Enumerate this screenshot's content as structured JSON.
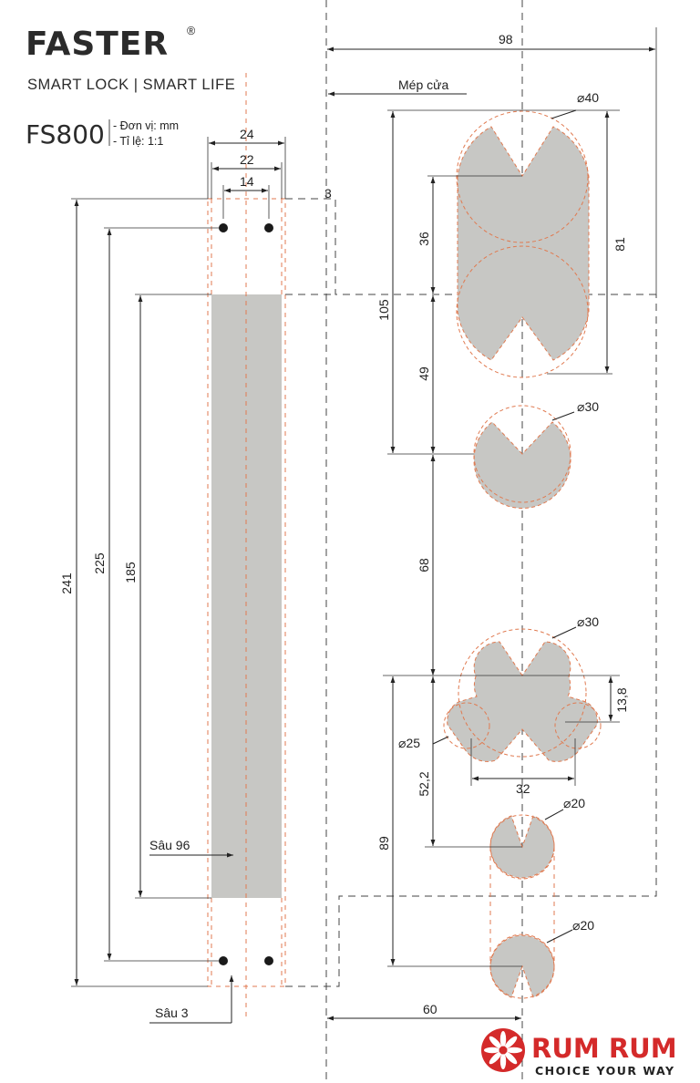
{
  "brand": {
    "name": "FASTER",
    "registered": "®",
    "tagline": "SMART LOCK | SMART LIFE"
  },
  "model": {
    "name": "FS800",
    "unit": "- Đơn vị: mm",
    "scale": "- Tỉ lệ: 1:1"
  },
  "plate_dims": {
    "w24": "24",
    "w22": "22",
    "w14": "14",
    "h241": "241",
    "h225": "225",
    "h185": "185",
    "offset3": "3"
  },
  "plate_labels": {
    "depth96": "Sâu 96",
    "depth3": "Sâu 3"
  },
  "door_dims": {
    "total98": "98",
    "edge": "Mép cửa",
    "d40": "40",
    "h36": "36",
    "h81": "81",
    "h105": "105",
    "h49": "49",
    "d30a": "30",
    "h68": "68",
    "d30b": "30",
    "h13_8": "13,8",
    "d25": "25",
    "w32": "32",
    "h52_2": "52,2",
    "d20a": "20",
    "h89": "89",
    "d20b": "20",
    "w60": "60"
  },
  "symbols": {
    "diameter": "⌀"
  },
  "footer_brand": {
    "name": "RUM RUM",
    "tagline": "CHOICE YOUR WAY",
    "color": "#d42a2a"
  },
  "colors": {
    "cutout": "#c7c7c4",
    "centerline": "#e07a50"
  }
}
